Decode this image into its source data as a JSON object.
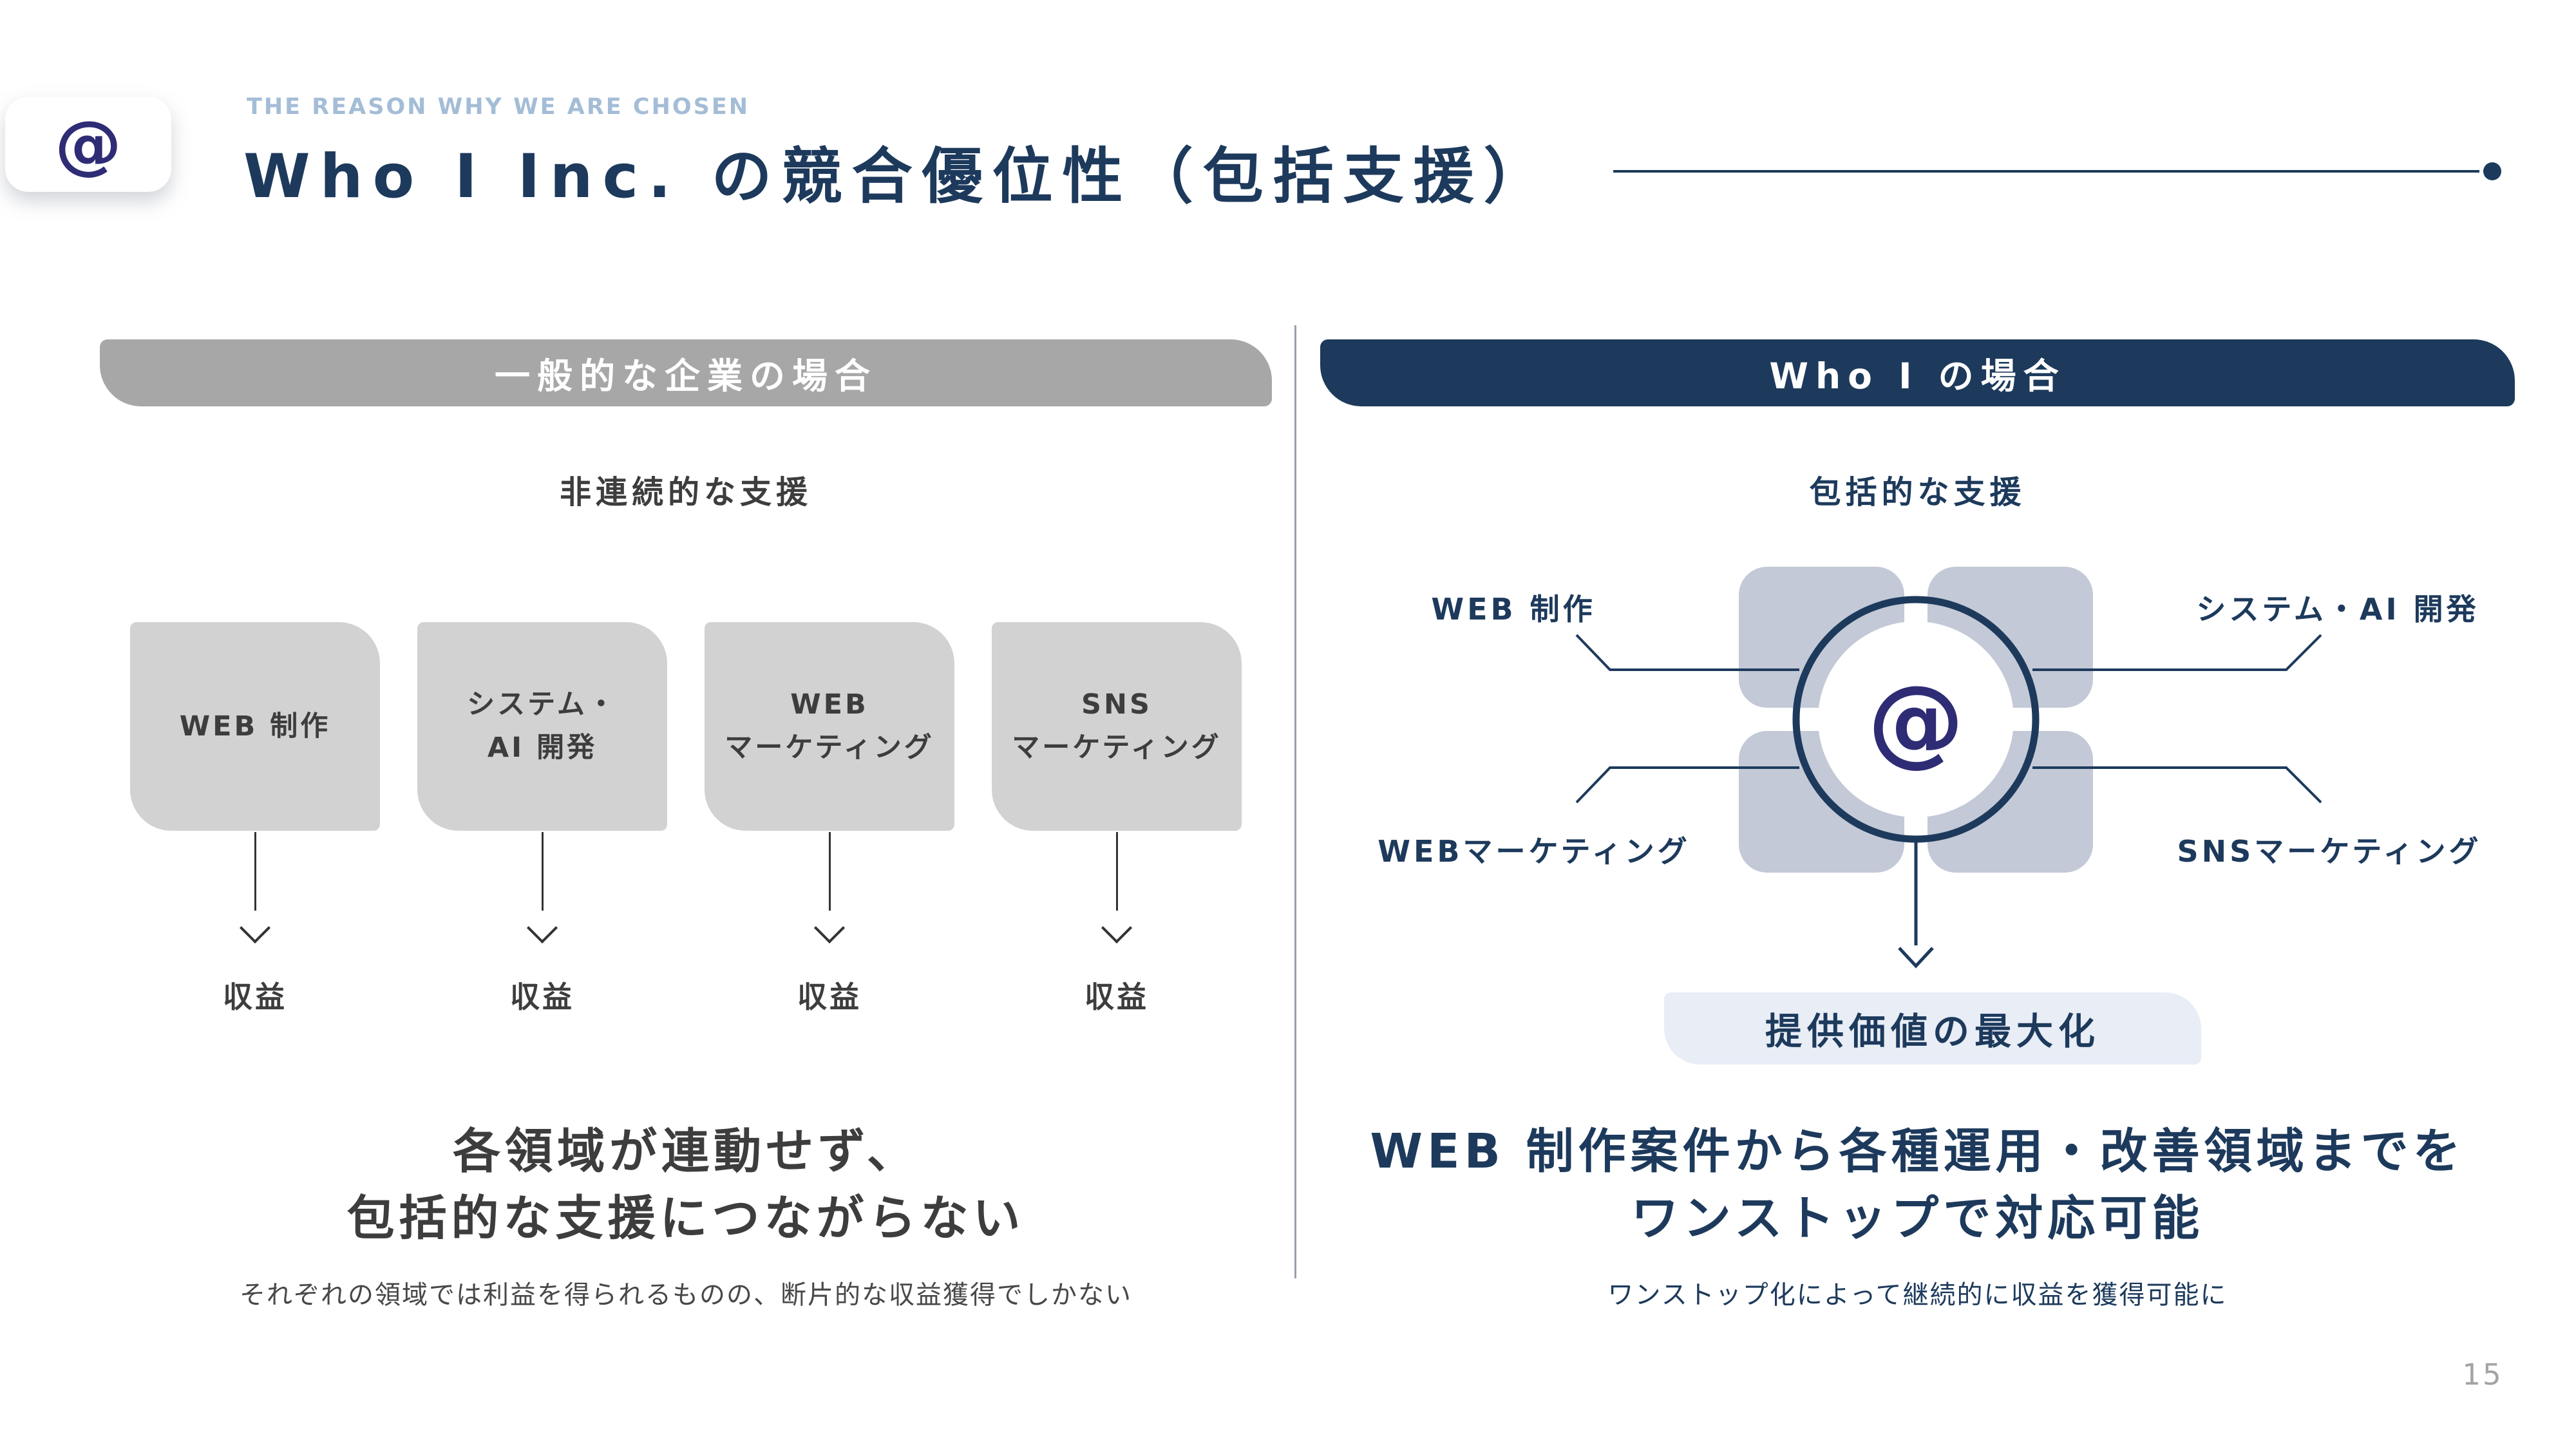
{
  "header": {
    "eyebrow": "THE REASON WHY WE ARE CHOSEN",
    "title": "Who I Inc. の競合優位性（包括支援）"
  },
  "logo_glyph": "@",
  "colors": {
    "accent_navy": "#1d3a5c",
    "logo_indigo": "#2e2c75",
    "bar_gray": "#a7a7a7",
    "service_box_gray": "#d2d2d2",
    "quadrant_blue_gray": "#c3c9d6",
    "badge_bg": "#e8edf6",
    "eyebrow_blue": "#a4bdd7"
  },
  "panels": {
    "left": {
      "header": "一般的な企業の場合",
      "subtitle": "非連続的な支援",
      "services": [
        {
          "label": "WEB 制作"
        },
        {
          "label": "システム・\nAI 開発"
        },
        {
          "label": "WEB\nマーケティング"
        },
        {
          "label": "SNS\nマーケティング"
        }
      ],
      "revenue_label": "収益",
      "message_line1": "各領域が連動せず、",
      "message_line2": "包括的な支援につながらない",
      "footnote": "それぞれの領域では利益を得られるものの、断片的な収益獲得でしかない"
    },
    "right": {
      "header": "Who I の場合",
      "subtitle": "包括的な支援",
      "quadrant_labels": [
        {
          "label": "WEB 制作"
        },
        {
          "label": "システム・AI 開発"
        },
        {
          "label": "WEBマーケティング"
        },
        {
          "label": "SNSマーケティング"
        }
      ],
      "badge": "提供価値の最大化",
      "message_line1": "WEB 制作案件から各種運用・改善領域までを",
      "message_line2": "ワンストップで対応可能",
      "footnote": "ワンストップ化によって継続的に収益を獲得可能に"
    }
  },
  "page_number": "15"
}
